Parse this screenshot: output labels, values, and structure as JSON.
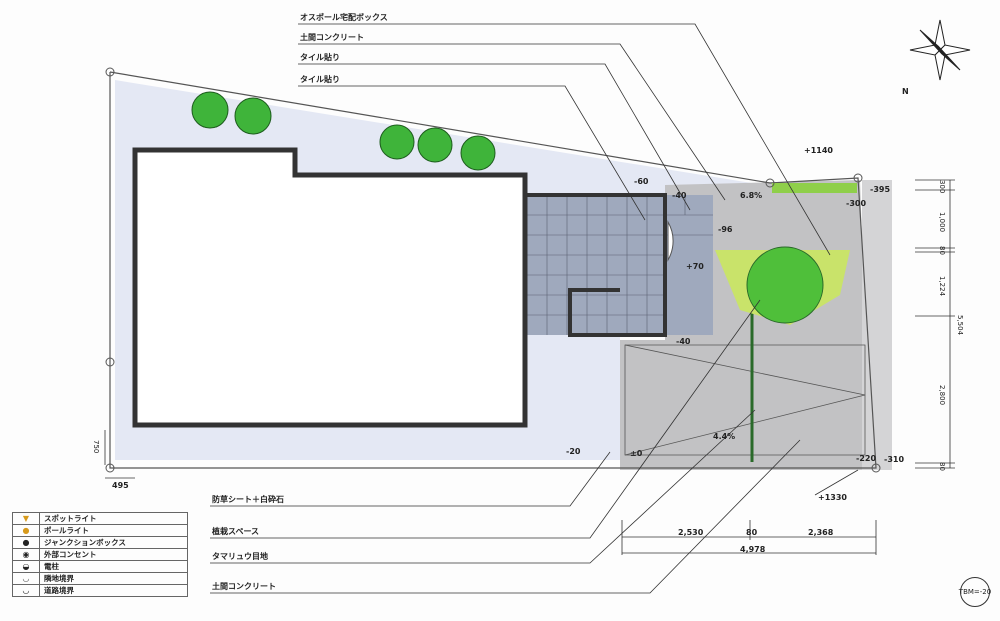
{
  "callouts_top": [
    "オスポール宅配ボックス",
    "土間コンクリート",
    "タイル貼り",
    "タイル貼り"
  ],
  "callouts_bottom": [
    "防草シート＋白砕石",
    "植栽スペース",
    "タマリュウ目地",
    "土間コンクリート"
  ],
  "levels": {
    "a": "-60",
    "b": "-40",
    "c": "6.8%",
    "d": "-395",
    "e": "-300",
    "f": "+1140",
    "g": "-96",
    "h": "+70",
    "i": "-40",
    "j": "4.4%",
    "k": "±0",
    "l": "-20",
    "m": "-220",
    "n": "-310",
    "o": "+1330"
  },
  "dims_right": [
    "300",
    "1,000",
    "80",
    "1,224",
    "2,800",
    "80",
    "5,504"
  ],
  "dims_bottom": {
    "a": "2,530",
    "b": "80",
    "c": "2,368",
    "total": "4,978"
  },
  "dims_left": {
    "a": "750",
    "b": "495"
  },
  "legend": [
    {
      "symbol": "▼",
      "color": "#d79a1c",
      "label": "スポットライト"
    },
    {
      "symbol": "●",
      "color": "#d79a1c",
      "label": "ポールライト"
    },
    {
      "symbol": "●",
      "color": "#222222",
      "label": "ジャンクションボックス"
    },
    {
      "symbol": "◉",
      "color": "#222222",
      "label": "外部コンセント"
    },
    {
      "symbol": "◒",
      "color": "#222222",
      "label": "電柱"
    },
    {
      "symbol": "◡",
      "color": "#555555",
      "label": "隣地境界"
    },
    {
      "symbol": "◡",
      "color": "#111111",
      "label": "道路境界"
    }
  ],
  "compass": "N",
  "tbm": "TBM=-20"
}
